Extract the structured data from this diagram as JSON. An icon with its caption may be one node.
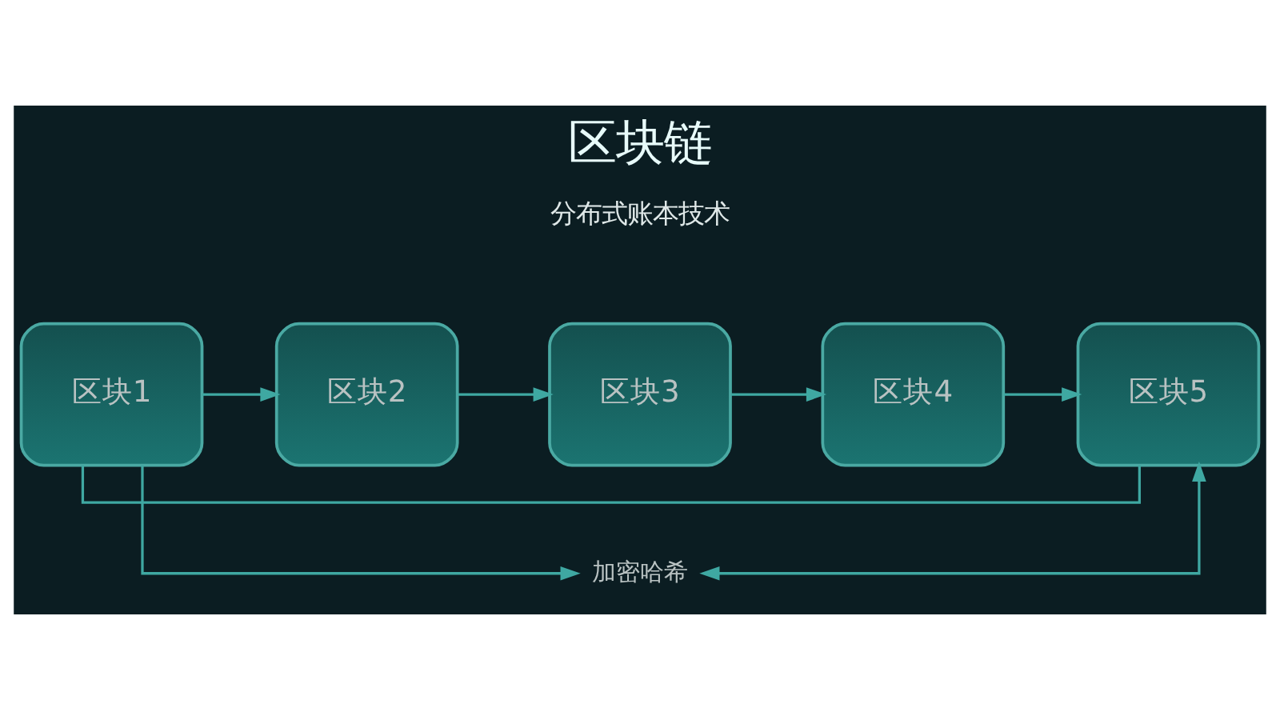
{
  "diagram": {
    "title": "区块链",
    "nodes": [
      {
        "text": [
          "区块1"
        ]
      },
      {
        "text": [
          "区块2"
        ]
      },
      {
        "text": [
          "区块3"
        ]
      },
      {
        "text": [
          "区块4"
        ]
      },
      {
        "text": [
          "区块5"
        ]
      },
      {
        "text": [
          "加密哈希"
        ]
      }
    ],
    "edges": [
      {
        "from": 0,
        "to": 1,
        "arrow": "to"
      },
      {
        "from": 1,
        "to": 2,
        "arrow": "to"
      },
      {
        "from": 2,
        "to": 3,
        "arrow": "to"
      },
      {
        "from": 3,
        "to": 4,
        "arrow": "to"
      },
      {
        "from": 0,
        "to": 4,
        "arrow": "none"
      },
      {
        "from": 0,
        "to": 5,
        "arrow": "to"
      },
      {
        "from": 5,
        "to": 4,
        "arrow": "both"
      }
    ],
    "labels": [
      "分布式账本技术"
    ]
  }
}
